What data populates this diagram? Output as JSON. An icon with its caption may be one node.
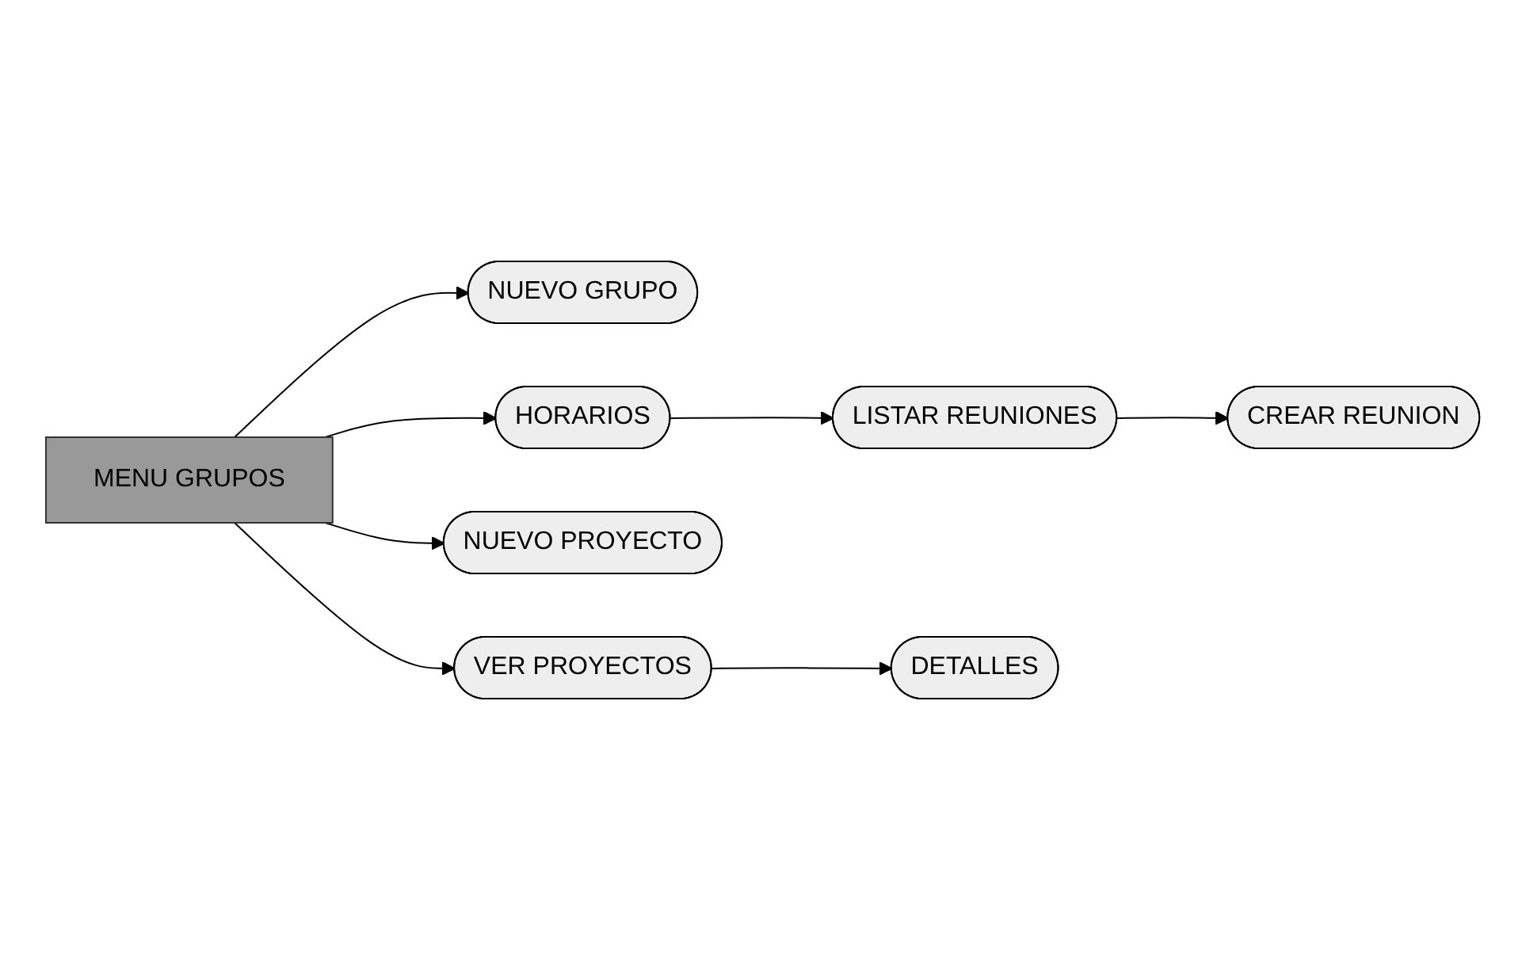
{
  "diagram": {
    "nodes": [
      {
        "text": [
          "MENU GRUPOS"
        ]
      },
      {
        "text": [
          "NUEVO GRUPO"
        ]
      },
      {
        "text": [
          "HORARIOS"
        ]
      },
      {
        "text": [
          "LISTAR REUNIONES"
        ]
      },
      {
        "text": [
          "CREAR REUNION"
        ]
      },
      {
        "text": [
          "NUEVO PROYECTO"
        ]
      },
      {
        "text": [
          "VER PROYECTOS"
        ]
      },
      {
        "text": [
          "DETALLES"
        ]
      }
    ],
    "edges": [
      {
        "from": 0,
        "to": 1,
        "arrow": "to"
      },
      {
        "from": 0,
        "to": 2,
        "arrow": "to"
      },
      {
        "from": 2,
        "to": 3,
        "arrow": "to"
      },
      {
        "from": 3,
        "to": 4,
        "arrow": "to"
      },
      {
        "from": 0,
        "to": 5,
        "arrow": "to"
      },
      {
        "from": 0,
        "to": 6,
        "arrow": "to"
      },
      {
        "from": 6,
        "to": 7,
        "arrow": "to"
      }
    ]
  }
}
